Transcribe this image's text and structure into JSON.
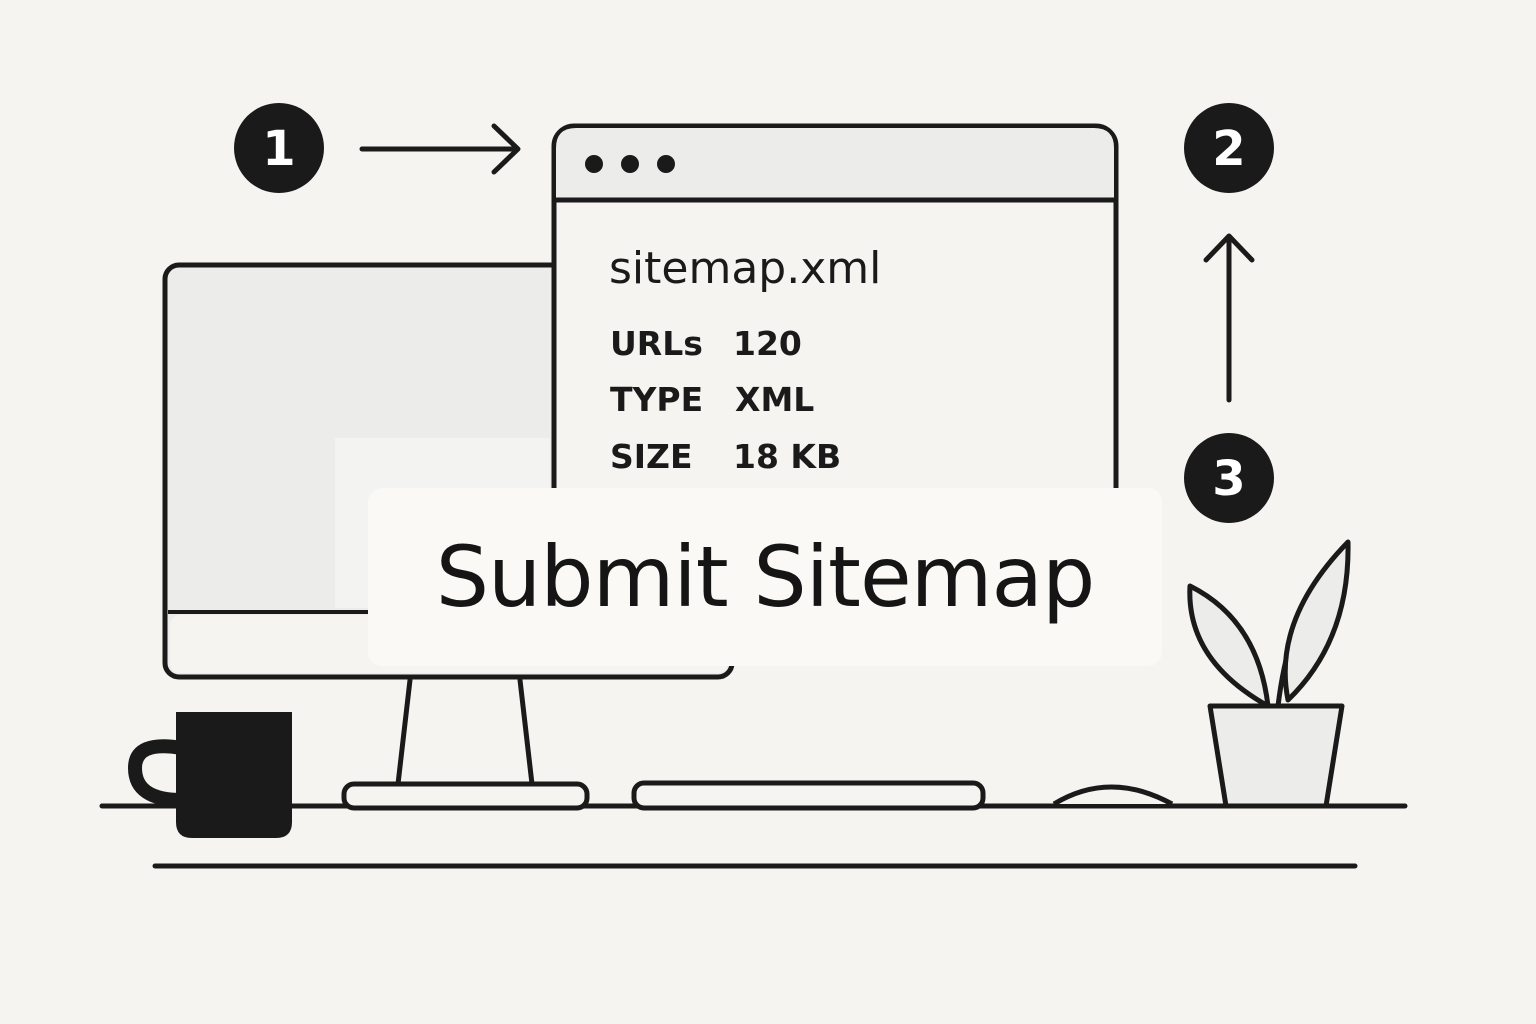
{
  "steps": [
    {
      "number": "1"
    },
    {
      "number": "2"
    },
    {
      "number": "3"
    }
  ],
  "sitemap_window": {
    "filename": "sitemap.xml",
    "rows": [
      {
        "key": "URLs",
        "value": "120"
      },
      {
        "key": "TYPE",
        "value": "XML"
      },
      {
        "key": "SIZE",
        "value": "18 KB"
      }
    ]
  },
  "banner": {
    "label": "Submit Sitemap"
  },
  "icons": [
    "arrow-right-icon",
    "arrow-up-icon",
    "window-dots-icon",
    "monitor-icon",
    "mug-icon",
    "plant-icon",
    "keyboard-icon",
    "mouse-icon"
  ],
  "colors": {
    "background": "#f5f4f0",
    "ink": "#1a1a1a",
    "panel": "#ececea",
    "banner": "#faf9f5"
  }
}
